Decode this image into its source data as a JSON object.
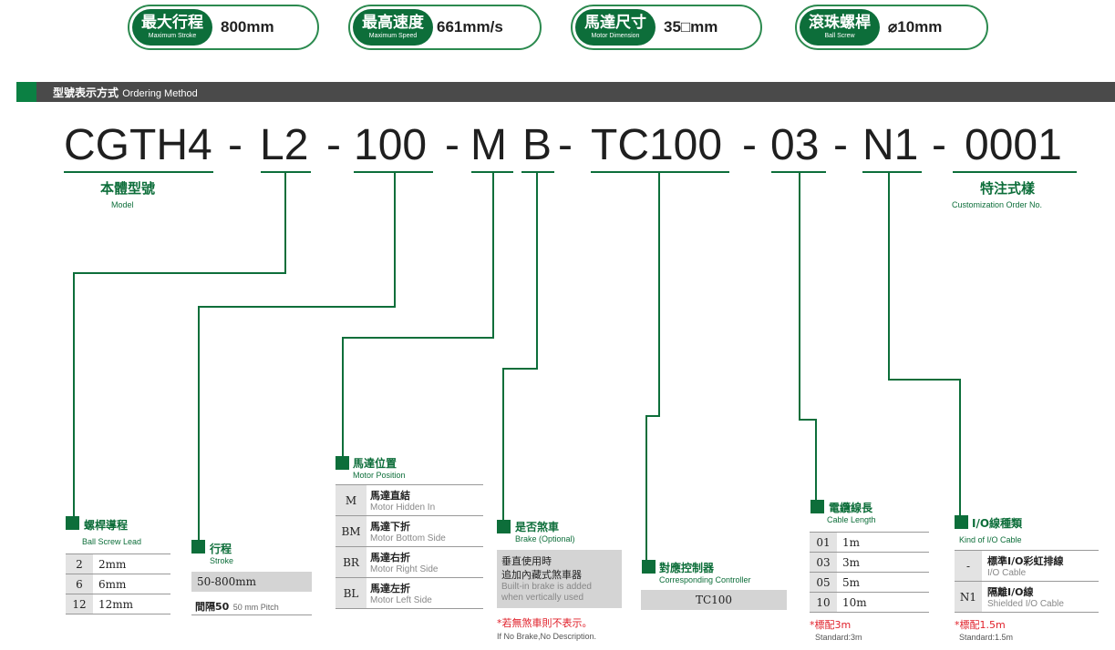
{
  "specs": [
    {
      "zh": "最大行程",
      "en": "Maximum Stroke",
      "value": "800mm"
    },
    {
      "zh": "最高速度",
      "en": "Maximum Speed",
      "value": "661mm/s"
    },
    {
      "zh": "馬達尺寸",
      "en": "Motor Dimension",
      "value": "35□mm"
    },
    {
      "zh": "滾珠螺桿",
      "en": "Ball Screw",
      "value": "⌀10mm"
    }
  ],
  "section": {
    "zh": "型號表示方式",
    "en": "Ordering Method"
  },
  "code": {
    "model": "CGTH4",
    "d1": "-",
    "stroke": "L2",
    "d2": "-",
    "ctrl_stroke": "100",
    "d3": "-",
    "motor": "M",
    "brake": "B",
    "d4": "-",
    "controller": "TC100",
    "d5": "-",
    "cable": "03",
    "d6": "-",
    "io": "N1",
    "d7": "-",
    "order": "0001"
  },
  "model_label": {
    "zh": "本體型號",
    "en": "Model"
  },
  "custom_label": {
    "zh": "特注式樣",
    "en": "Customization Order No."
  },
  "lead": {
    "zh": "螺桿導程",
    "en": "Ball Screw Lead",
    "rows": [
      {
        "k": "2",
        "v": "2mm"
      },
      {
        "k": "6",
        "v": "6mm"
      },
      {
        "k": "12",
        "v": "12mm"
      }
    ]
  },
  "stroke": {
    "zh": "行程",
    "en": "Stroke",
    "range": "50-800mm",
    "pitch_zh": "間隔50",
    "pitch_en": "50 mm Pitch"
  },
  "motor_pos": {
    "zh": "馬達位置",
    "en": "Motor Position",
    "rows": [
      {
        "k": "M",
        "zh": "馬達直結",
        "en": "Motor Hidden In"
      },
      {
        "k": "BM",
        "zh": "馬達下折",
        "en": "Motor Bottom Side"
      },
      {
        "k": "BR",
        "zh": "馬達右折",
        "en": "Motor Right Side"
      },
      {
        "k": "BL",
        "zh": "馬達左折",
        "en": "Motor Left Side"
      }
    ]
  },
  "brake": {
    "zh": "是否煞車",
    "en": "Brake (Optional)",
    "line1": "垂直使用時",
    "line2": "追加內藏式煞車器",
    "en1": "Built-in brake is added",
    "en2": "when vertically used",
    "note_zh": "*若無煞車則不表示。",
    "note_en": "If No Brake,No Description."
  },
  "controller": {
    "zh": "對應控制器",
    "en": "Corresponding Controller",
    "value": "TC100"
  },
  "cable": {
    "zh": "電纜線長",
    "en": "Cable Length",
    "rows": [
      {
        "k": "01",
        "v": "1m"
      },
      {
        "k": "03",
        "v": "3m"
      },
      {
        "k": "05",
        "v": "5m"
      },
      {
        "k": "10",
        "v": "10m"
      }
    ],
    "note_zh": "*標配3m",
    "note_en": "Standard:3m"
  },
  "io": {
    "zh": "I/O線種類",
    "en": "Kind of I/O Cable",
    "rows": [
      {
        "k": "-",
        "zh": "標準I/O彩虹排線",
        "en": "I/O Cable"
      },
      {
        "k": "N1",
        "zh": "隔離I/O線",
        "en": "Shielded I/O Cable"
      }
    ],
    "note_zh": "*標配1.5m",
    "note_en": "Standard:1.5m"
  }
}
